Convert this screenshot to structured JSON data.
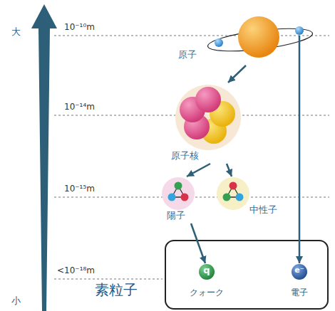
{
  "diagram": {
    "nodes": [
      {
        "text": [
          "原子"
        ]
      },
      {
        "text": [
          "原子核"
        ]
      },
      {
        "text": [
          "陽子"
        ]
      },
      {
        "text": [
          "中性子"
        ]
      },
      {
        "text": [
          "素粒子"
        ]
      },
      {
        "text": [
          "q",
          "クォーク"
        ],
        "in": 4
      },
      {
        "text": [
          "e⁻",
          "電子"
        ],
        "in": 4
      }
    ],
    "edges": [
      {
        "from": 0,
        "to": 1,
        "arrow": "to"
      },
      {
        "from": 1,
        "to": 2,
        "arrow": "to"
      },
      {
        "from": 1,
        "to": 3,
        "arrow": "to"
      },
      {
        "from": 2,
        "to": 5,
        "arrow": "to"
      },
      {
        "from": 0,
        "to": 6,
        "arrow": "to"
      }
    ],
    "labels": [
      "大",
      "10⁻¹⁰m",
      "10⁻¹⁴m",
      "10⁻¹⁵m",
      "<10⁻¹⁸m",
      "小"
    ]
  }
}
